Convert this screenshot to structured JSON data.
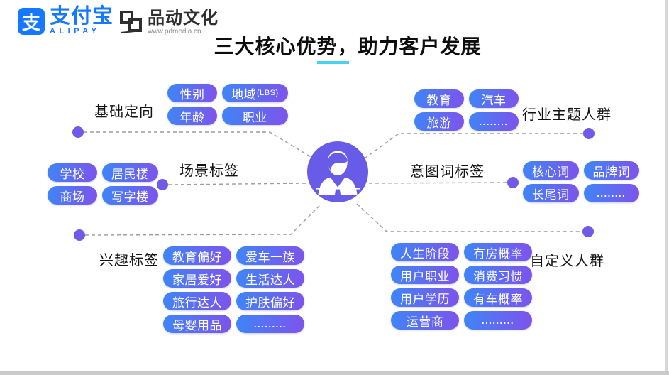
{
  "header": {
    "alipay": {
      "badge_glyph": "支",
      "name": "支付宝",
      "sub": "ALIPAY"
    },
    "pdmedia": {
      "name": "品动文化",
      "sub": "www.pdmedia.cn"
    }
  },
  "title": {
    "text": "三大核心优势，助力客户发展"
  },
  "diagram": {
    "center_icon": "business-user",
    "groups": [
      {
        "id": "basic-targeting",
        "label": "基础定向",
        "pills": [
          "性别",
          "地域(LBS)",
          "年龄",
          "职业"
        ]
      },
      {
        "id": "scene-tags",
        "label": "场景标签",
        "pills": [
          "学校",
          "居民楼",
          "商场",
          "写字楼"
        ]
      },
      {
        "id": "interest-tags",
        "label": "兴趣标签",
        "pills": [
          "教育偏好",
          "爱车一族",
          "家居爱好",
          "生活达人",
          "旅行达人",
          "护肤偏好",
          "母婴用品",
          "........."
        ]
      },
      {
        "id": "industry-groups",
        "label": "行业主题人群",
        "pills": [
          "教育",
          "汽车",
          "旅游",
          "........"
        ]
      },
      {
        "id": "intent-word-tags",
        "label": "意图词标签",
        "pills": [
          "核心词",
          "品牌词",
          "长尾词",
          "........"
        ]
      },
      {
        "id": "custom-groups",
        "label": "自定义人群",
        "pills": [
          "人生阶段",
          "有房概率",
          "用户职业",
          "消费习惯",
          "用户学历",
          "有车概率",
          "运营商",
          "........."
        ]
      }
    ]
  },
  "colors": {
    "pill_gradient_start": "#3E86F7",
    "pill_gradient_end": "#7B55EC",
    "connector_dot": "#6F5BE8",
    "connector_line": "#9b9b9b",
    "avatar_bg": "#685BE7",
    "title_accent": "#47D2F4",
    "alipay_blue": "#1677FF",
    "logo_dark": "#2E2E2E"
  }
}
